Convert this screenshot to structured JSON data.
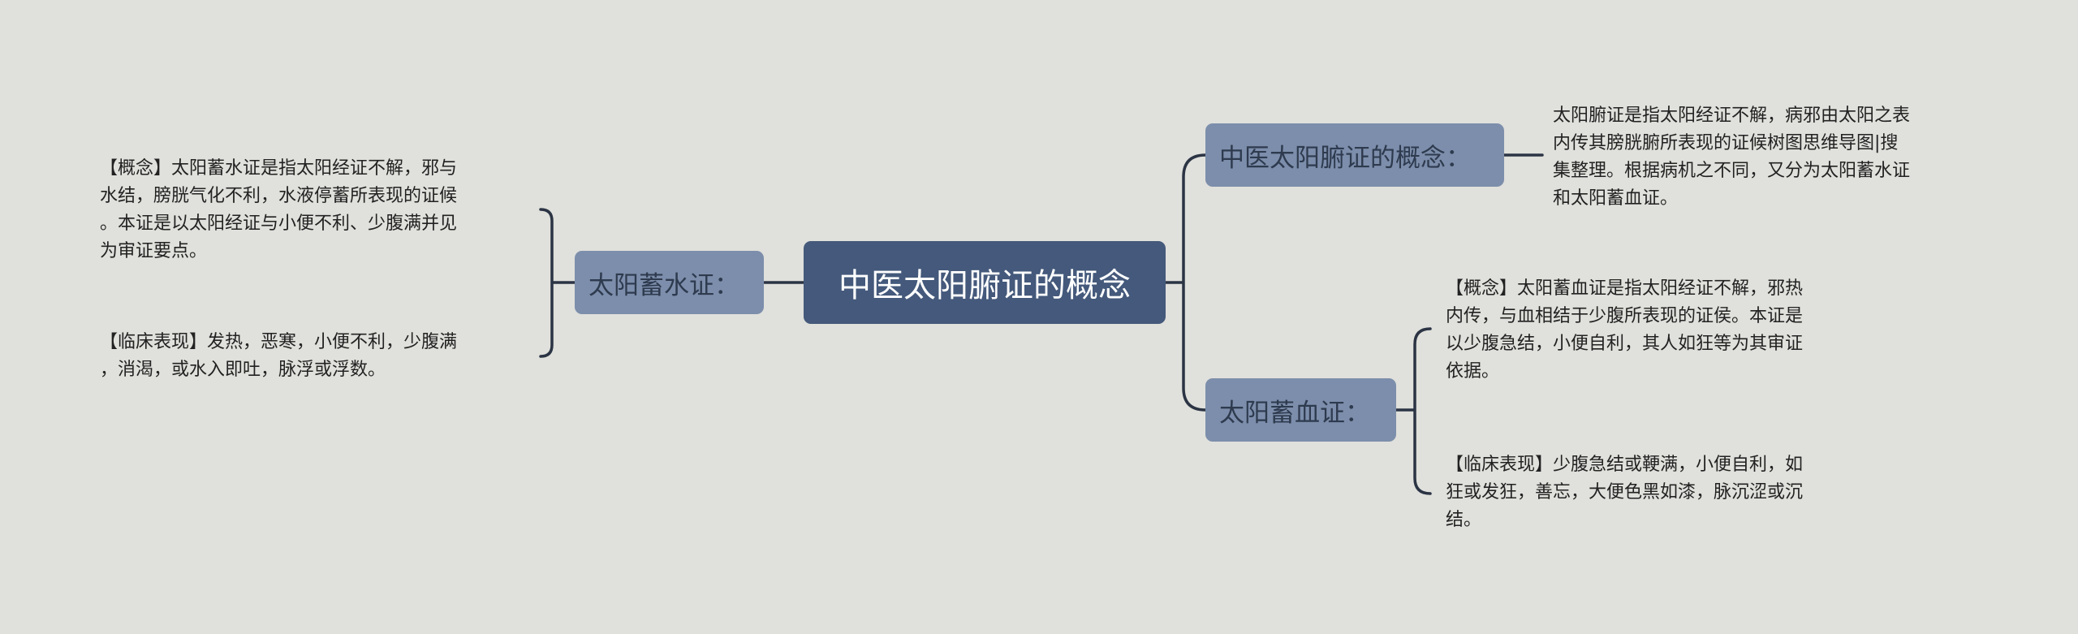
{
  "root": {
    "label": "中医太阳腑证的概念"
  },
  "left": {
    "label": "太阳蓄水证：",
    "leaves": [
      {
        "lines": [
          "【概念】太阳蓄水证是指太阳经证不解，邪与",
          "水结，膀胱气化不利，水液停蓄所表现的证候",
          "。本证是以太阳经证与小便不利、少腹满并见",
          "为审证要点。"
        ]
      },
      {
        "lines": [
          "【临床表现】发热，恶寒，小便不利，少腹满",
          "，消渴，或水入即吐，脉浮或浮数。"
        ]
      }
    ]
  },
  "right_top": {
    "label": "中医太阳腑证的概念：",
    "leaf": {
      "lines": [
        "太阳腑证是指太阳经证不解，病邪由太阳之表",
        "内传其膀胱腑所表现的证候树图思维导图|搜",
        "集整理。根据病机之不同，又分为太阳蓄水证",
        "和太阳蓄血证。"
      ]
    }
  },
  "right_bottom": {
    "label": "太阳蓄血证：",
    "leaves": [
      {
        "lines": [
          "【概念】太阳蓄血证是指太阳经证不解，邪热",
          "内传，与血相结于少腹所表现的证侯。本证是",
          "以少腹急结，小便自利，其人如狂等为其审证",
          "依据。"
        ]
      },
      {
        "lines": [
          "【临床表现】少腹急结或鞕满，小便自利，如",
          "狂或发狂，善忘，大便色黑如漆，脉沉涩或沉",
          "结。"
        ]
      }
    ]
  },
  "colors": {
    "root": "#44597b",
    "branch": "#7c8eab",
    "line": "#2b3444",
    "background": "#e0e0dc"
  }
}
